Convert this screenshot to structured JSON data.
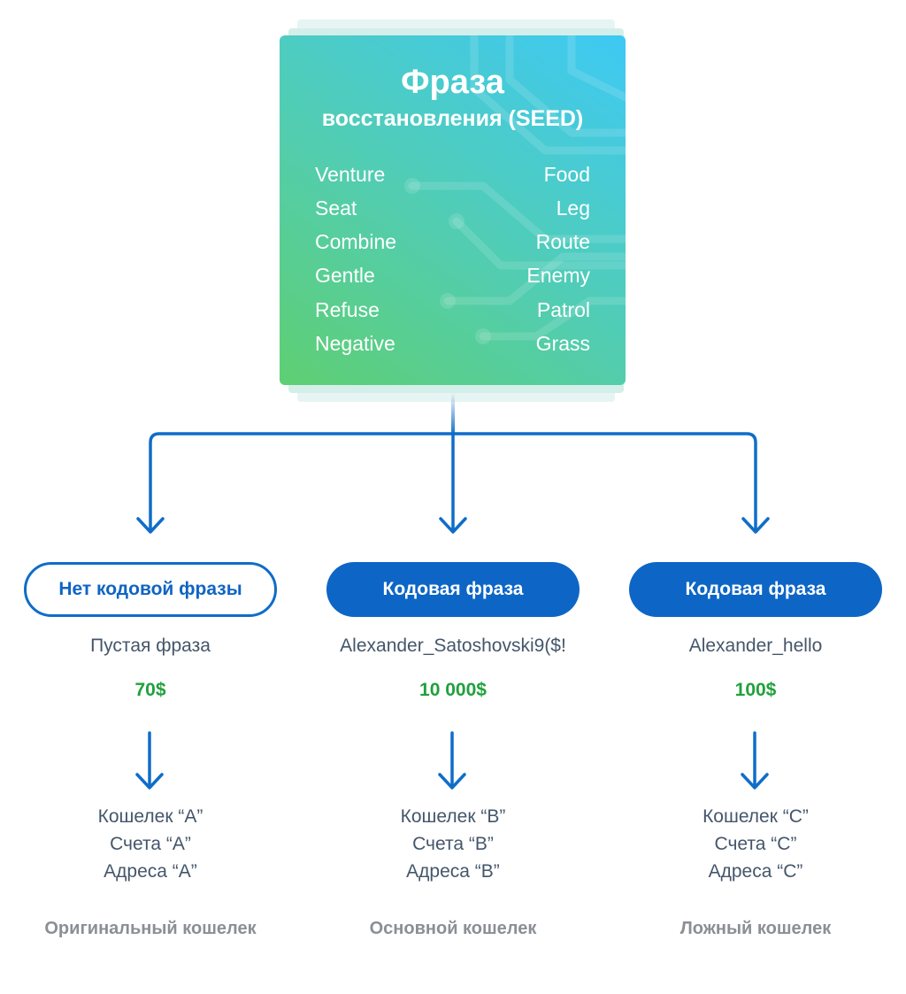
{
  "card": {
    "title": "Фраза",
    "subtitle": "восстановления (SEED)",
    "words_left": [
      "Venture",
      "Seat",
      "Combine",
      "Gentle",
      "Refuse",
      "Negative"
    ],
    "words_right": [
      "Food",
      "Leg",
      "Route",
      "Enemy",
      "Patrol",
      "Grass"
    ]
  },
  "branches": [
    {
      "label": "Нет кодовой фразы",
      "style": "outline",
      "phrase": "Пустая фраза",
      "amount": "70$",
      "wallet": "Кошелек “A”",
      "accounts": "Счета “A”",
      "addresses": "Адреса “A”",
      "caption": "Оригинальный кошелек"
    },
    {
      "label": "Кодовая фраза",
      "style": "filled",
      "phrase": "Alexander_Satoshovski9($!",
      "amount": "10 000$",
      "wallet": "Кошелек “B”",
      "accounts": "Счета “B”",
      "addresses": "Адреса “B”",
      "caption": "Основной кошелек"
    },
    {
      "label": "Кодовая фраза",
      "style": "filled",
      "phrase": "Alexander_hello",
      "amount": "100$",
      "wallet": "Кошелек “C”",
      "accounts": "Счета “C”",
      "addresses": "Адреса “C”",
      "caption": "Ложный кошелек"
    }
  ],
  "colors": {
    "accent_blue": "#0d66c6",
    "amount_green": "#20a13c",
    "text_slate": "#44566a",
    "caption_gray": "#8a8f95"
  }
}
